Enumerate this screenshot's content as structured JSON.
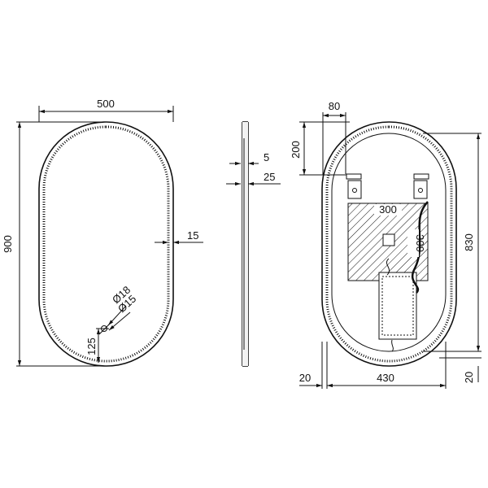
{
  "dimensions": {
    "width": "500",
    "height": "900",
    "edge": "15",
    "dia_outer": "Ø18",
    "dia_inner": "Ø15",
    "switch_offset": "125",
    "profile_front": "5",
    "profile_depth": "25",
    "bracket_offset_x": "80",
    "bracket_offset_y": "200",
    "box_width": "300",
    "box_height": "300",
    "rear_height": "830",
    "rear_left_gap": "20",
    "rear_width": "430",
    "rear_bottom_gap": "20"
  }
}
